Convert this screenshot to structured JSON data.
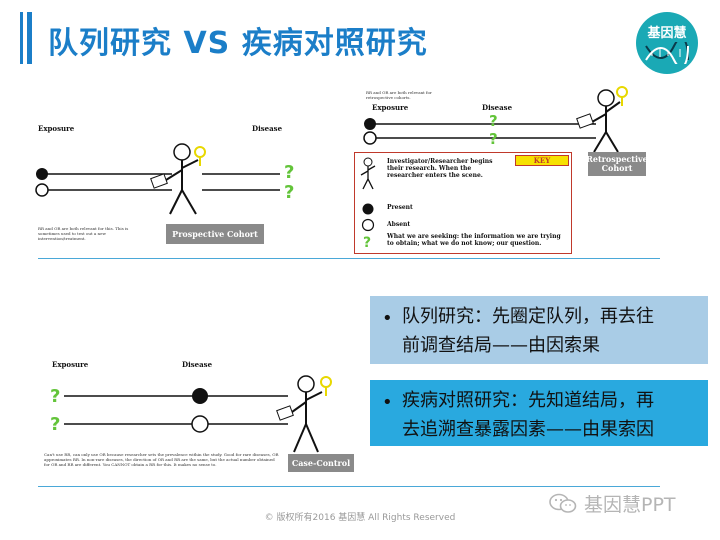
{
  "title": "队列研究 VS 疾病对照研究",
  "logo": {
    "text": "基因慧"
  },
  "prospective": {
    "exposure": "Exposure",
    "disease": "Disease",
    "label": "Prospective Cohort",
    "note": "RR and OR are both relevant for this. This is sometimes used to test out a new intervention/treatment."
  },
  "retrospective": {
    "exposure": "Exposure",
    "disease": "Disease",
    "label": "Retrospective Cohort",
    "note": "RR and OR are both relevant for retrospective cohorts."
  },
  "key": {
    "tag": "KEY",
    "investigator": "Investigator/Researcher begins their research. When the researcher enters the scene.",
    "present": "Present",
    "absent": "Absent",
    "question": "What we are seeking: the information we are trying to obtain; what we do not know; our question."
  },
  "case_control": {
    "exposure": "Exposure",
    "disease": "Disease",
    "label": "Case-Control",
    "note": "Can't use RR, can only use OR because researcher sets the prevalence within the study. Good for rare diseases, OR approximates RR. In non-rare diseases, the direction of OR and RR are the same, but the actual number obtained for OR and RR are different. You CANNOT obtain a RR for this. It makes no sense to."
  },
  "bullets": [
    {
      "line1": "队列研究：先圈定队列，再去往",
      "line2": "前调查结局——由因索果"
    },
    {
      "line1": "疾病对照研究：先知道结局，再",
      "line2": "去追溯查暴露因素——由果索因"
    }
  ],
  "footer": "© 版权所有2016 基因慧 All Rights Reserved",
  "watermark": "基因慧PPT"
}
